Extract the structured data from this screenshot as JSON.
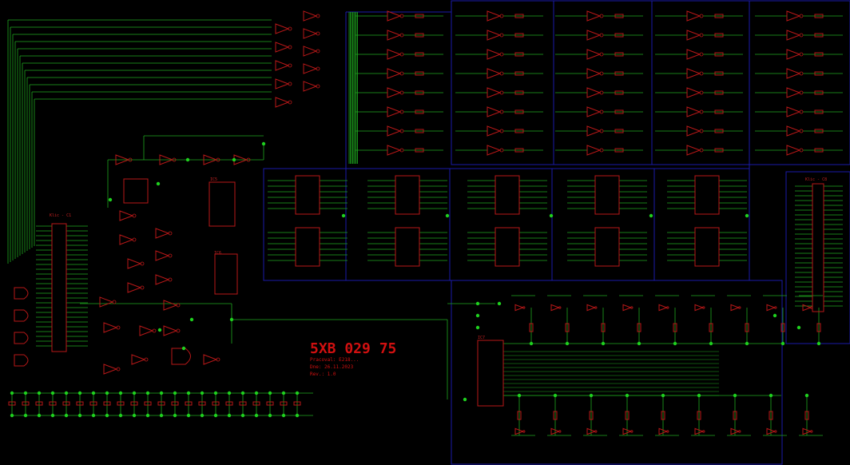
{
  "title_block": {
    "title": "5XB 029 75",
    "author": "Pracoval: E218...",
    "date": "Dne: 26.11.2023",
    "revision": "Rev.: 1.0"
  },
  "labels": {
    "conn_left": "Klic - C1",
    "conn_right": "Klic - C8",
    "ic_upper": "IC5",
    "ic_mid": "IC6",
    "ic_lower": "IC7"
  },
  "colors": {
    "background": "#000000",
    "wire": "#1fa81f",
    "part": "#b81818",
    "frame": "#1a1aa8",
    "junction": "#1fd01f"
  }
}
